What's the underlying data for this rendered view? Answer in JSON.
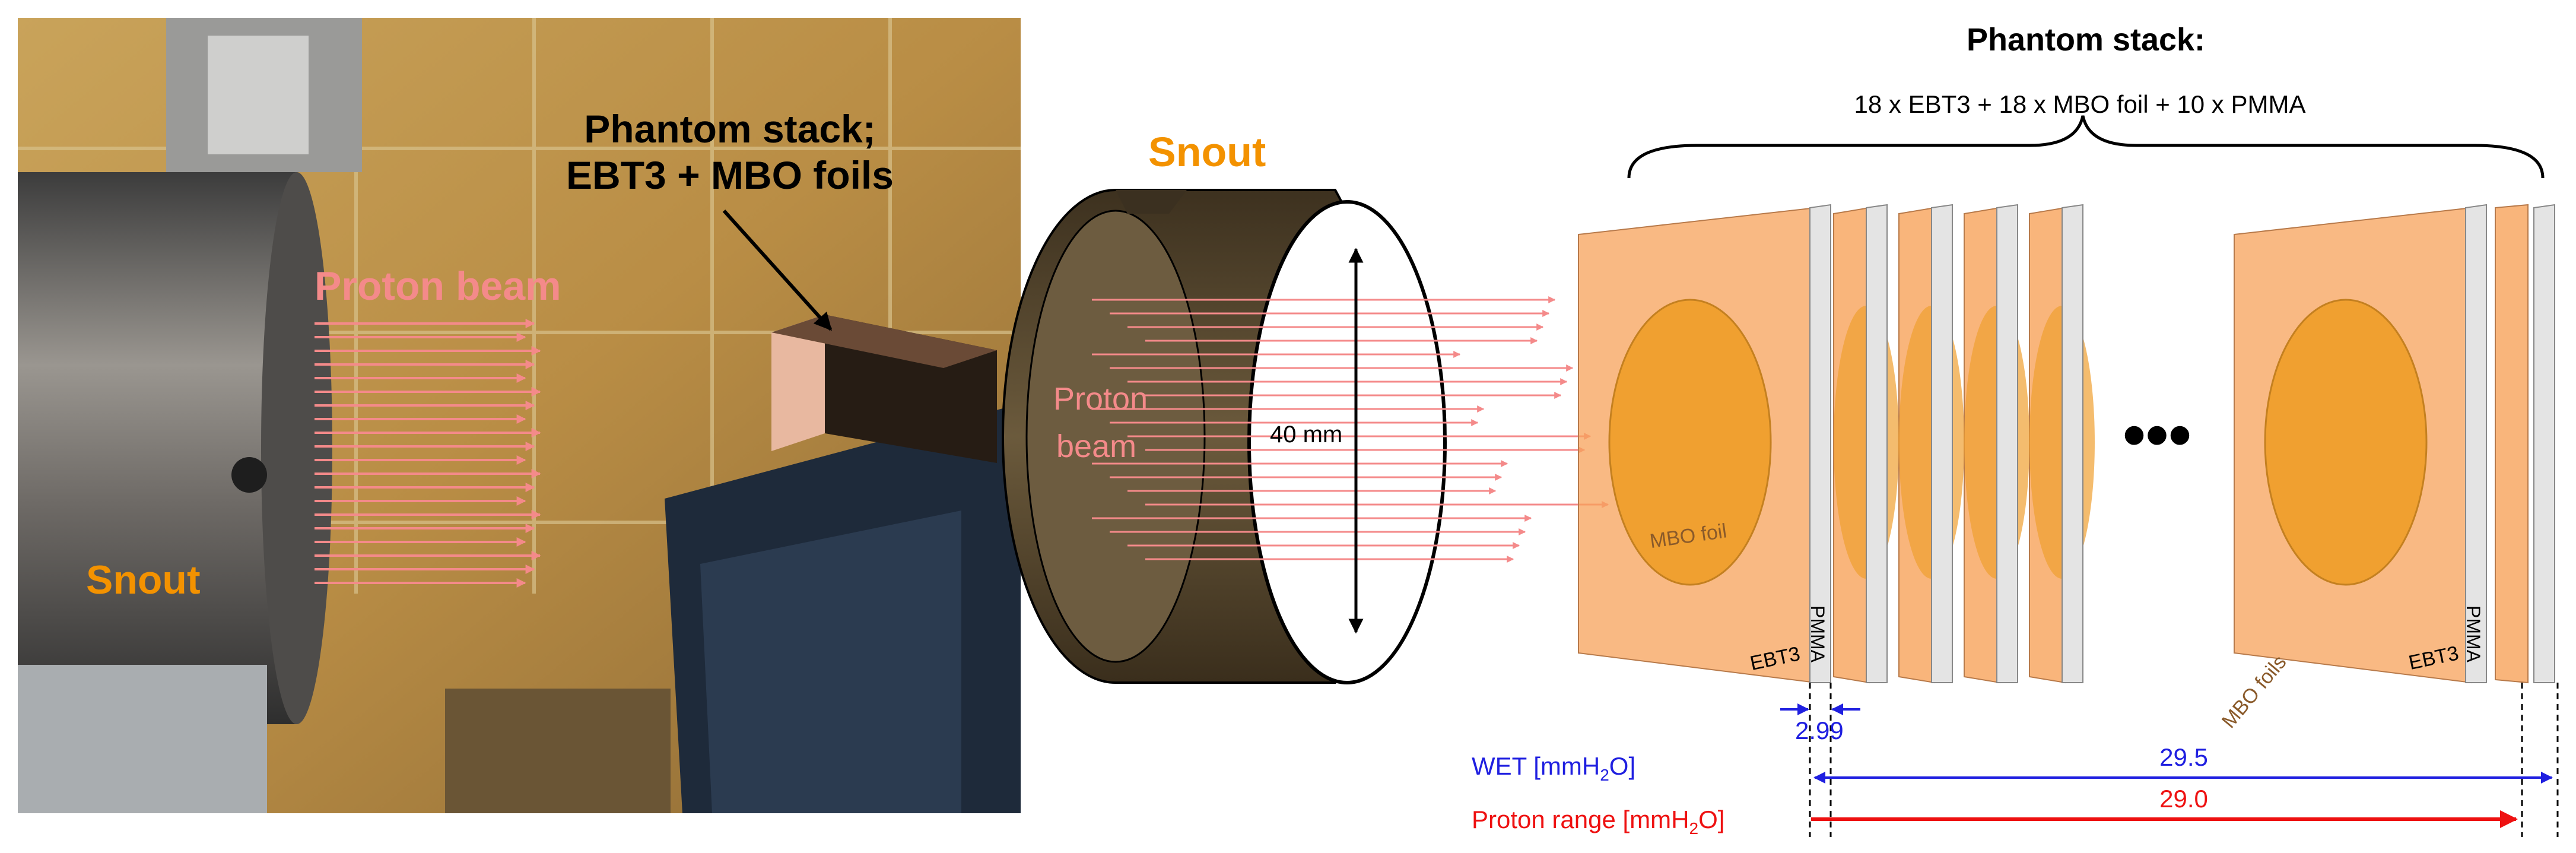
{
  "photo": {
    "stack_label_line1": "Phantom stack;",
    "stack_label_line2": "EBT3 + MBO foils",
    "beam_label": "Proton beam",
    "snout_label": "Snout"
  },
  "schematic": {
    "snout_label": "Snout",
    "beam_label_line1": "Proton",
    "beam_label_line2": "beam",
    "diameter_label": "40 mm",
    "stack_title": "Phantom stack:",
    "stack_composition": "18 x EBT3 + 18 x MBO foil  + 10 x PMMA",
    "mbo_foil_label": "MBO foil",
    "mbo_foils_label": "MBO foils",
    "ebt3_label": "EBT3",
    "pmma_label": "PMMA",
    "ellipsis": "•••",
    "wet_label_pre": "WET [mmH",
    "wet_label_sub": "2",
    "wet_label_post": "O]",
    "range_label_pre": "Proton range [mmH",
    "range_label_sub": "2",
    "range_label_post": "O]",
    "layer_thickness": "2.99",
    "wet_value": "29.5",
    "range_value": "29.0"
  },
  "colors": {
    "beam": "#f48a8a",
    "snout_text": "#f39200",
    "foil": "#f7a25a",
    "mbo": "#f0a030",
    "wet": "#1f1fe0",
    "range": "#ee1111",
    "snout_body": "#5a4a32"
  }
}
